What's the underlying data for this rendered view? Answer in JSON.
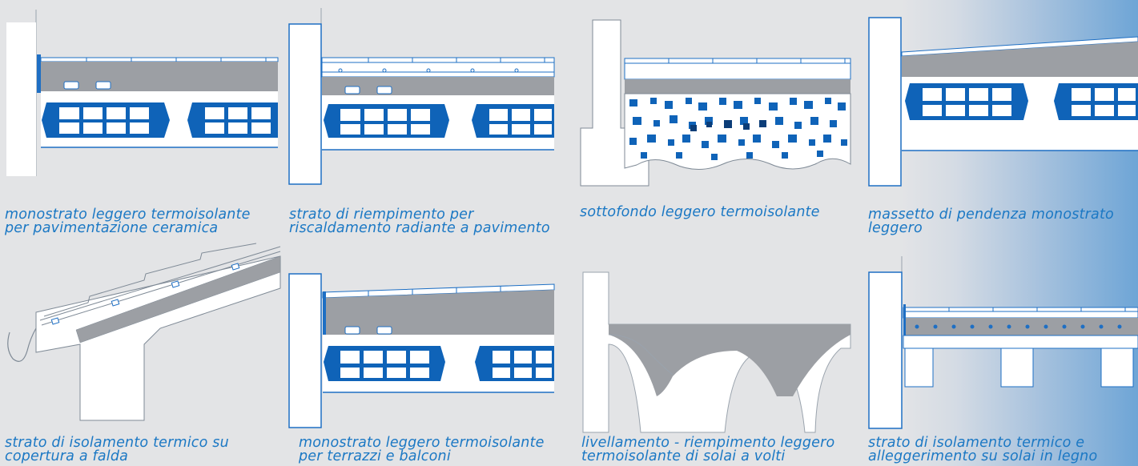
{
  "colors": {
    "accent_blue": "#1e6fc4",
    "block_blue": "#0f63b8",
    "dark_blue": "#0b3d78",
    "screed_grey": "#9c9fa4",
    "background": "#e3e4e6",
    "gradient_edge": "#6ea5d6"
  },
  "panels": [
    {
      "icon": "ceramic-floor-section-icon",
      "caption": [
        "monostrato leggero termoisolante",
        "per pavimentazione ceramica"
      ]
    },
    {
      "icon": "radiant-floor-section-icon",
      "caption": [
        "strato di riempimento per",
        "riscaldamento radiante a pavimento"
      ]
    },
    {
      "icon": "subfloor-section-icon",
      "caption": [
        "sottofondo leggero termoisolante"
      ]
    },
    {
      "icon": "sloped-screed-section-icon",
      "caption": [
        "massetto di pendenza monostrato",
        "leggero"
      ]
    },
    {
      "icon": "pitched-roof-section-icon",
      "caption": [
        "strato di isolamento termico su",
        "copertura a falda"
      ]
    },
    {
      "icon": "terrace-balcony-section-icon",
      "caption": [
        "monostrato leggero termoisolante",
        "per terrazzi e balconi"
      ]
    },
    {
      "icon": "vaulted-floor-section-icon",
      "caption": [
        "livellamento - riempimento leggero",
        "termoisolante di solai  a volti"
      ]
    },
    {
      "icon": "wooden-floor-section-icon",
      "caption": [
        "strato di isolamento termico e",
        "alleggerimento su solai in legno"
      ]
    }
  ]
}
